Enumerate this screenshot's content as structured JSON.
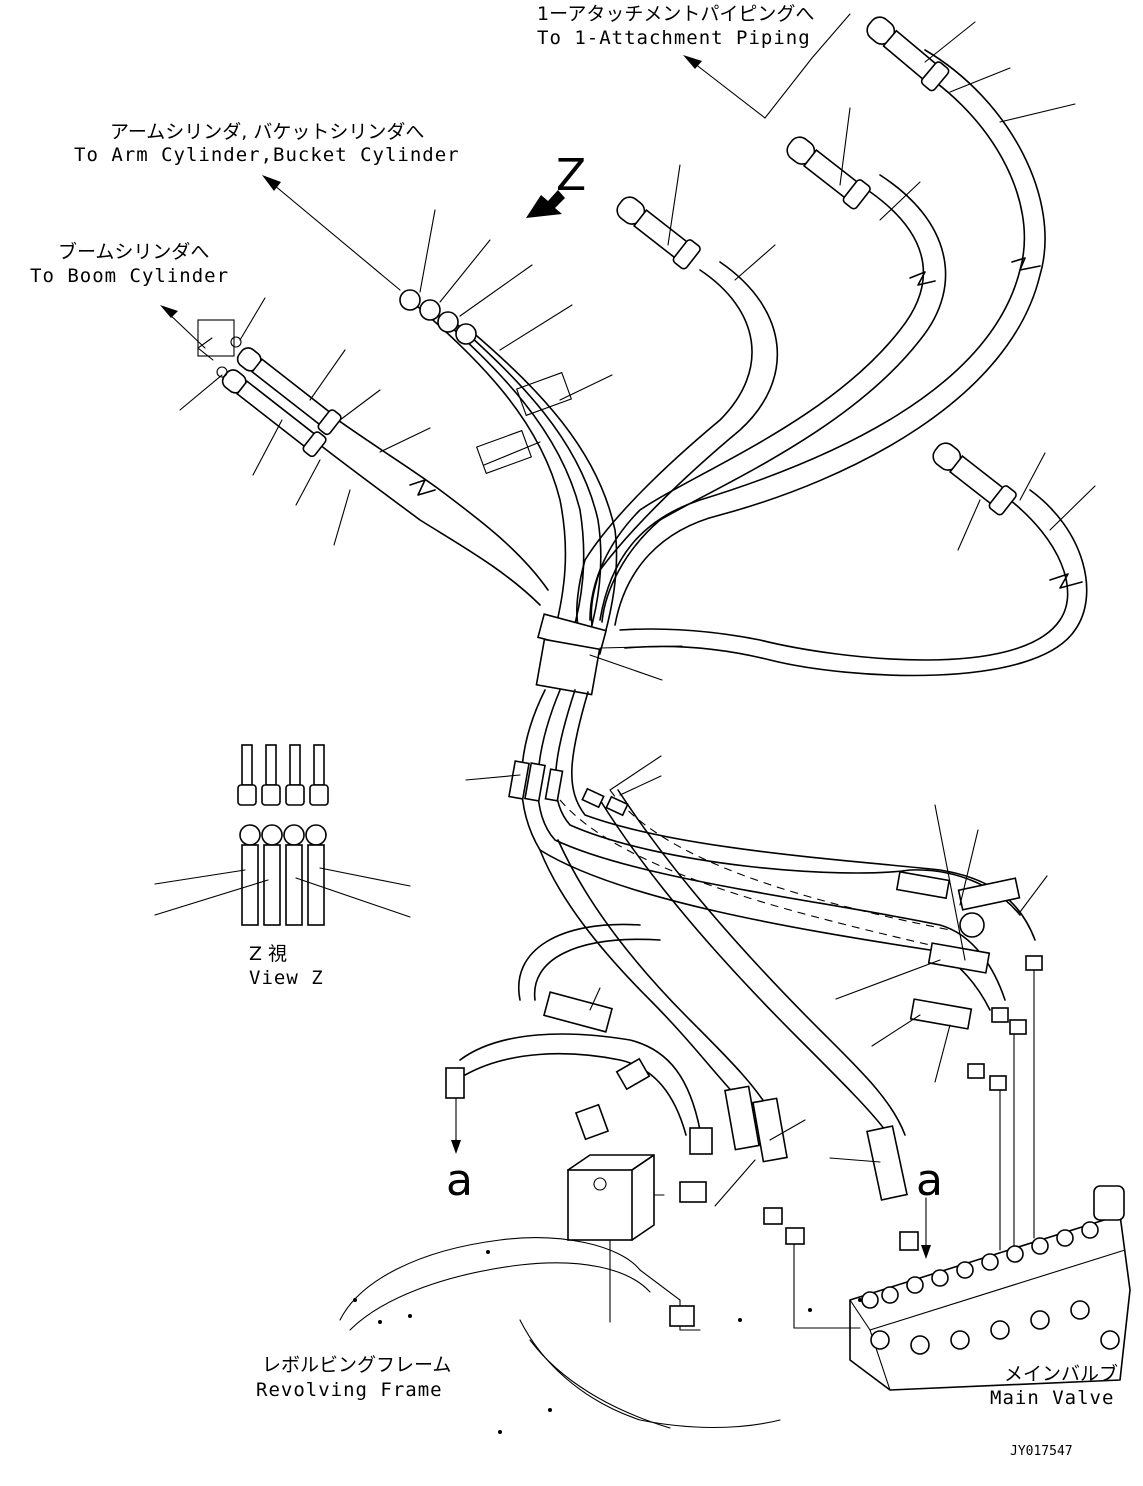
{
  "labels": {
    "attachment_piping_jp": "1ーアタッチメントパイピングへ",
    "attachment_piping_en": "To 1-Attachment Piping",
    "arm_bucket_jp": "アームシリンダ, バケットシリンダへ",
    "arm_bucket_en": "To Arm Cylinder,Bucket Cylinder",
    "boom_jp": "ブームシリンダへ",
    "boom_en": "To Boom Cylinder",
    "view_z_jp": "Z 視",
    "view_z_en": "View Z",
    "z_marker": "Z",
    "ref_a_left": "a",
    "ref_a_right": "a",
    "revolving_frame_jp": "レボルビングフレーム",
    "revolving_frame_en": "Revolving Frame",
    "main_valve_jp": "メインバルブ",
    "main_valve_en": "Main Valve",
    "drawing_id": "JY017547"
  }
}
